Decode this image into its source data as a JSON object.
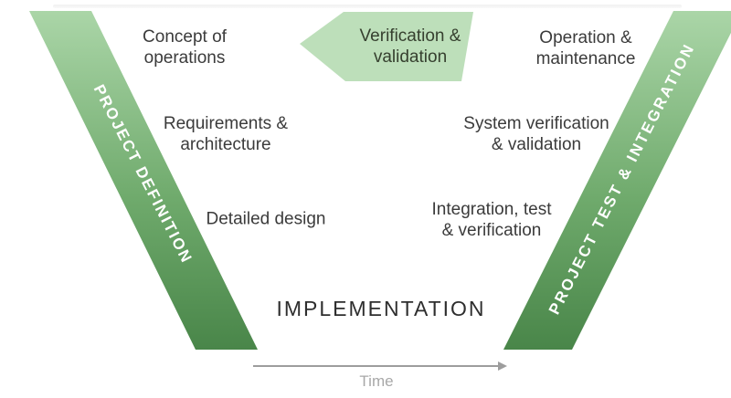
{
  "diagram": {
    "name": "V-model",
    "colors": {
      "band_gradient_top": "#aed8ab",
      "band_gradient_mid": "#6faa6c",
      "band_gradient_bottom": "#3d7a3e",
      "verification_arrow_fill": "#bddfba",
      "box_fill": "#ffffff",
      "box_text": "#3b3b3b",
      "band_text": "#ffffff",
      "time_text": "#a8a8a8"
    }
  },
  "bands": {
    "left": {
      "label": "PROJECT DEFINITION"
    },
    "right": {
      "label": "PROJECT TEST & INTEGRATION"
    }
  },
  "stages": {
    "concept": {
      "label": "Concept of\noperations"
    },
    "requirements": {
      "label": "Requirements &\narchitecture"
    },
    "detailed": {
      "label": "Detailed design"
    },
    "verification": {
      "label": "Verification &\nvalidation"
    },
    "operation": {
      "label": "Operation &\nmaintenance"
    },
    "system_vv": {
      "label": "System verification\n& validation"
    },
    "integration": {
      "label": "Integration, test\n& verification"
    },
    "implementation": {
      "label": "IMPLEMENTATION"
    }
  },
  "timeline": {
    "label": "Time"
  }
}
